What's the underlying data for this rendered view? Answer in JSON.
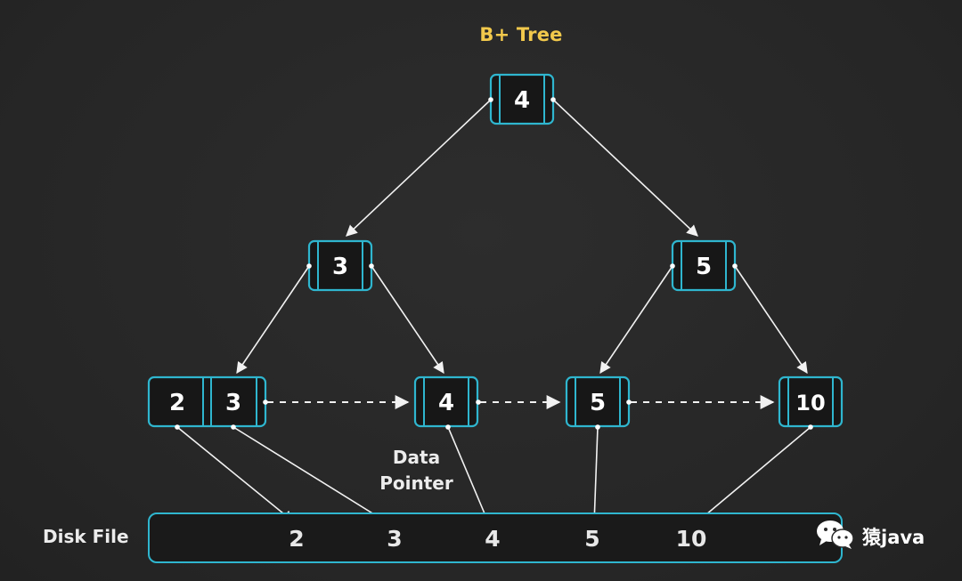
{
  "title": "B+ Tree",
  "root": {
    "keys": [
      "4"
    ]
  },
  "internal": [
    {
      "keys": [
        "3"
      ]
    },
    {
      "keys": [
        "5"
      ]
    }
  ],
  "leaves": [
    {
      "keys": [
        "2",
        "3"
      ]
    },
    {
      "keys": [
        "4"
      ]
    },
    {
      "keys": [
        "5"
      ]
    },
    {
      "keys": [
        "10"
      ]
    }
  ],
  "data_pointer_label": [
    "Data",
    "Pointer"
  ],
  "disk_file": {
    "label": "Disk File",
    "values": [
      "2",
      "3",
      "4",
      "5",
      "10"
    ]
  },
  "watermark": {
    "icon": "wechat-icon",
    "text": "猿java"
  },
  "colors": {
    "title": "#f2c94c",
    "node_border": "#2fb6cf",
    "background": "#2a2a2a"
  }
}
